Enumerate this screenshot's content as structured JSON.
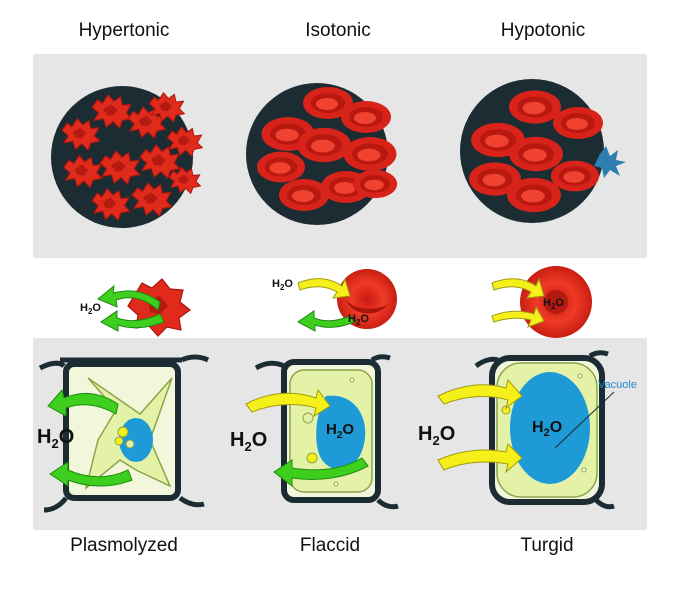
{
  "titles": {
    "hypertonic": "Hypertonic",
    "isotonic": "Isotonic",
    "hypotonic": "Hypotonic"
  },
  "captions": {
    "plasmolyzed": "Plasmolyzed",
    "flaccid": "Flaccid",
    "turgid": "Turgid"
  },
  "labels": {
    "water": "H",
    "water_sub": "2",
    "water_o": "O",
    "vacuole": "Vacuole"
  },
  "colors": {
    "background_band": "#e6e6e6",
    "dish": "#1c2c33",
    "blood_cell": "#e8281c",
    "blood_cell_dark": "#b01810",
    "arrow_out": "#3ecf1e",
    "arrow_in": "#f5ef1a",
    "cytoplasm": "#e4f2a8",
    "vacuole": "#1e9ad6",
    "cell_wall": "#1c2c33"
  }
}
